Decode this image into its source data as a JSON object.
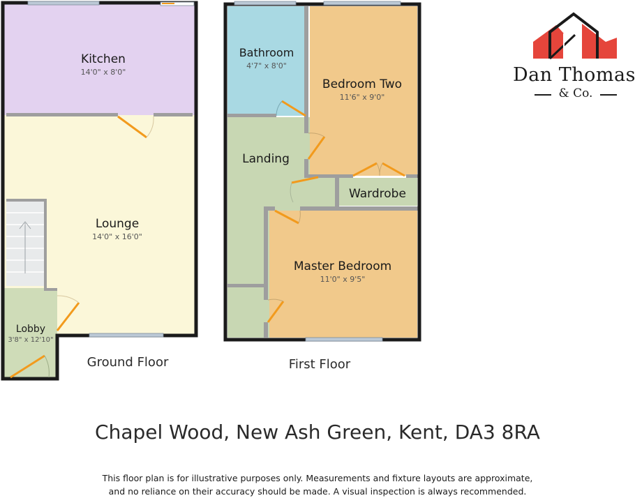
{
  "rooms": {
    "kitchen": {
      "name": "Kitchen",
      "size": "14'0\" x 8'0\""
    },
    "lounge": {
      "name": "Lounge",
      "size": "14'0\" x 16'0\""
    },
    "lobby": {
      "name": "Lobby",
      "size": "3'8\" x 12'10\""
    },
    "bathroom": {
      "name": "Bathroom",
      "size": "4'7\" x 8'0\""
    },
    "bedroom_two": {
      "name": "Bedroom Two",
      "size": "11'6\" x 9'0\""
    },
    "landing": {
      "name": "Landing"
    },
    "wardrobe": {
      "name": "Wardrobe"
    },
    "master_bedroom": {
      "name": "Master Bedroom",
      "size": "11'0\" x 9'5\""
    }
  },
  "floors": {
    "ground": "Ground Floor",
    "first": "First Floor"
  },
  "logo": {
    "name": "Dan Thomas",
    "suffix": "& Co.",
    "colors": {
      "red": "#e5453b",
      "dark": "#1a1a1a"
    }
  },
  "address": "Chapel Wood, New Ash Green, Kent, DA3 8RA",
  "disclaimer": {
    "line1": "This floor plan is for illustrative purposes only. Measurements and fixture layouts are approximate,",
    "line2": "and no reliance on their accuracy should be made. A visual inspection is always recommended."
  },
  "colors": {
    "kitchen": "#e3d2f0",
    "lounge": "#fbf7d9",
    "lobby": "#cfdcb8",
    "bathroom": "#a9d9e3",
    "bedroom": "#f1c98b",
    "landing": "#c8d7b3",
    "wall": "#1b1b1b",
    "window": "#bcc9d6",
    "door": "#f29a1c"
  }
}
